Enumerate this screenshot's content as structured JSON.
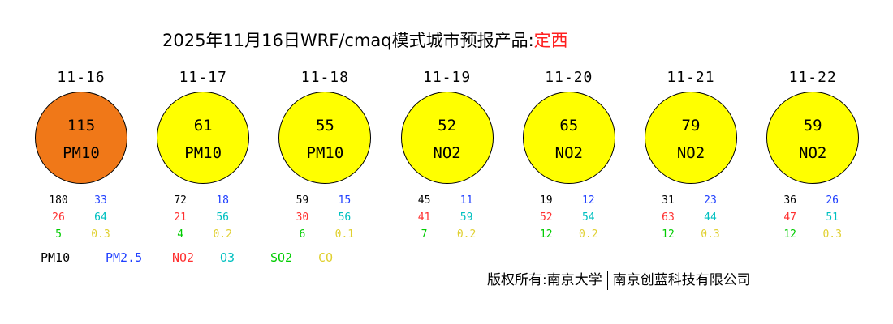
{
  "title": {
    "text": "2025年11月16日WRF/cmaq模式城市预报产品:",
    "city": "定西"
  },
  "colors": {
    "PM10": "#000000",
    "PM2.5": "#2040ff",
    "NO2": "#ff3030",
    "O3": "#00c0c0",
    "SO2": "#00cc00",
    "CO": "#e0d030",
    "orange": "#f07818",
    "yellow": "#ffff00"
  },
  "days": [
    {
      "date": "11-16",
      "aqi": "115",
      "primary": "PM10",
      "color": "#f07818",
      "pm10": "180",
      "pm25": "33",
      "no2": "26",
      "o3": "64",
      "so2": "5",
      "co": "0.3"
    },
    {
      "date": "11-17",
      "aqi": "61",
      "primary": "PM10",
      "color": "#ffff00",
      "pm10": "72",
      "pm25": "18",
      "no2": "21",
      "o3": "56",
      "so2": "4",
      "co": "0.2"
    },
    {
      "date": "11-18",
      "aqi": "55",
      "primary": "PM10",
      "color": "#ffff00",
      "pm10": "59",
      "pm25": "15",
      "no2": "30",
      "o3": "56",
      "so2": "6",
      "co": "0.1"
    },
    {
      "date": "11-19",
      "aqi": "52",
      "primary": "NO2",
      "color": "#ffff00",
      "pm10": "45",
      "pm25": "11",
      "no2": "41",
      "o3": "59",
      "so2": "7",
      "co": "0.2"
    },
    {
      "date": "11-20",
      "aqi": "65",
      "primary": "NO2",
      "color": "#ffff00",
      "pm10": "19",
      "pm25": "12",
      "no2": "52",
      "o3": "54",
      "so2": "12",
      "co": "0.2"
    },
    {
      "date": "11-21",
      "aqi": "79",
      "primary": "NO2",
      "color": "#ffff00",
      "pm10": "31",
      "pm25": "23",
      "no2": "63",
      "o3": "44",
      "so2": "12",
      "co": "0.3"
    },
    {
      "date": "11-22",
      "aqi": "59",
      "primary": "NO2",
      "color": "#ffff00",
      "pm10": "36",
      "pm25": "26",
      "no2": "47",
      "o3": "51",
      "so2": "12",
      "co": "0.3"
    }
  ],
  "legend": [
    "PM10",
    "PM2.5",
    "NO2",
    "O3",
    "SO2",
    "CO"
  ],
  "copyright": {
    "label": "版权所有:",
    "org1": "南京大学",
    "org2": "南京创蓝科技有限公司"
  }
}
